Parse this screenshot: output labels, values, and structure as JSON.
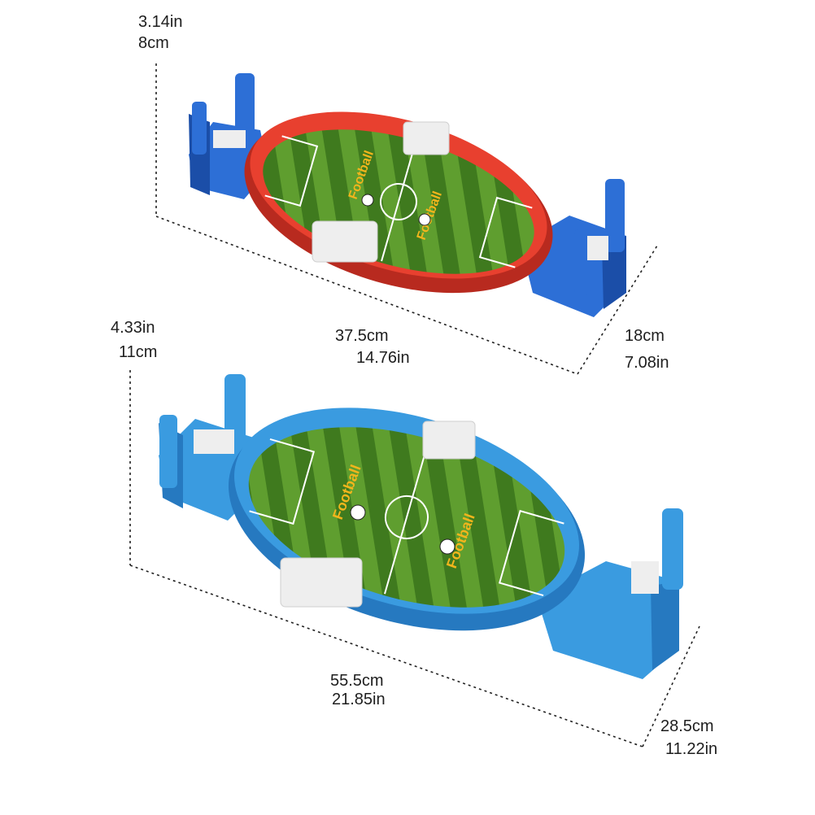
{
  "products": [
    {
      "name_hint": "small red stadium",
      "height": {
        "in": "3.14in",
        "cm": "8cm"
      },
      "length": {
        "cm": "37.5cm",
        "in": "14.76in"
      },
      "width": {
        "cm": "18cm",
        "in": "7.08in"
      },
      "colors": {
        "ring": "#e8402f",
        "ring_dark": "#b82a1f",
        "goal_base": "#2d6fd6",
        "goal_dark": "#1b4ea8"
      },
      "pitch_text": "Football"
    },
    {
      "name_hint": "large blue stadium",
      "height": {
        "in": "4.33in",
        "cm": "11cm"
      },
      "length": {
        "cm": "55.5cm",
        "in": "21.85in"
      },
      "width": {
        "cm": "28.5cm",
        "in": "11.22in"
      },
      "colors": {
        "ring": "#3a9be0",
        "ring_dark": "#2679c0",
        "goal_base": "#3a9be0",
        "goal_dark": "#2679c0"
      },
      "pitch_text": "Football"
    }
  ],
  "pitch_colors": {
    "grass_light": "#5f9e2f",
    "grass_dark": "#3f7a1e",
    "line": "#ffffff"
  },
  "dashed_line_color": "#222222"
}
